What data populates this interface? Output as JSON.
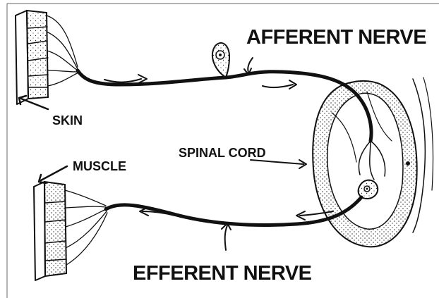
{
  "labels": {
    "afferent": "AFFERENT NERVE",
    "efferent": "EFFERENT NERVE",
    "spinal_cord": "SPINAL CORD",
    "skin": "SKIN",
    "muscle": "MUSCLE"
  },
  "colors": {
    "ink": "#111111",
    "background": "#ffffff"
  }
}
